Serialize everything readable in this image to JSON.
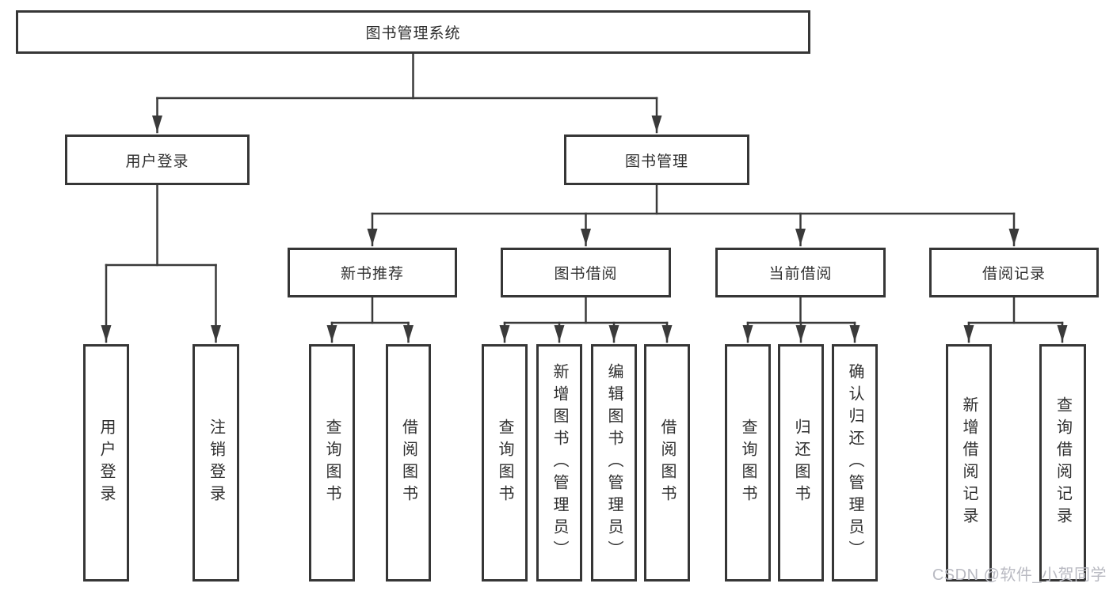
{
  "tree": {
    "label": "图书管理系统",
    "children": [
      {
        "label": "用户登录",
        "children": [
          {
            "label": "用户登录"
          },
          {
            "label": "注销登录"
          }
        ]
      },
      {
        "label": "图书管理",
        "children": [
          {
            "label": "新书推荐",
            "children": [
              {
                "label": "查询图书"
              },
              {
                "label": "借阅图书"
              }
            ]
          },
          {
            "label": "图书借阅",
            "children": [
              {
                "label": "查询图书"
              },
              {
                "label": "新增图书（管理员）"
              },
              {
                "label": "编辑图书（管理员）"
              },
              {
                "label": "借阅图书"
              }
            ]
          },
          {
            "label": "当前借阅",
            "children": [
              {
                "label": "查询图书"
              },
              {
                "label": "归还图书"
              },
              {
                "label": "确认归还（管理员）"
              }
            ]
          },
          {
            "label": "借阅记录",
            "children": [
              {
                "label": "新增借阅记录"
              },
              {
                "label": "查询借阅记录"
              }
            ]
          }
        ]
      }
    ]
  },
  "watermark": "CSDN @软件_小贺同学",
  "colors": {
    "line": "#3a3a3a",
    "box_border": "#363636",
    "box_fill": "#ffffff",
    "text": "#2f2f2f",
    "watermark": "#b9bac2",
    "background": "#ffffff"
  }
}
